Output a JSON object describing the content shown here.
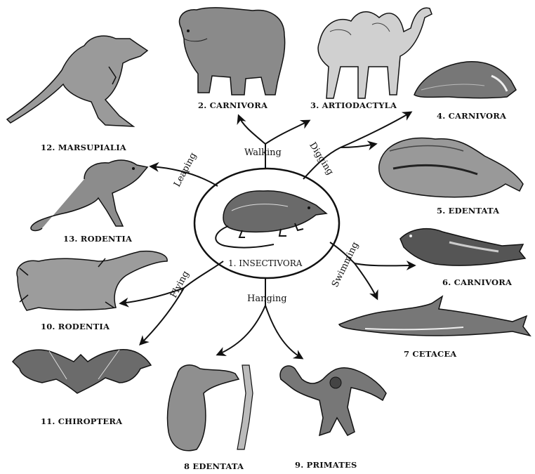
{
  "center": {
    "label": "1. INSECTIVORA"
  },
  "modes": {
    "walking": "Walking",
    "digging": "Digging",
    "leaping": "Leaping",
    "swimming": "Swimming",
    "flying": "Flying",
    "hanging": "Hanging"
  },
  "animals": {
    "carnivora_bear": "2. CARNIVORA",
    "artiodactyla": "3. ARTIODACTYLA",
    "carnivora_badger": "4. CARNIVORA",
    "edentata_anteater": "5. EDENTATA",
    "carnivora_seal": "6. CARNIVORA",
    "cetacea": "7  CETACEA",
    "edentata_sloth": "8  EDENTATA",
    "primates": "9. PRIMATES",
    "rodentia_squirrel": "10. RODENTIA",
    "chiroptera": "11. CHIROPTERA",
    "marsupialia": "12. MARSUPIALIA",
    "rodentia_jerboa": "13. RODENTIA"
  }
}
